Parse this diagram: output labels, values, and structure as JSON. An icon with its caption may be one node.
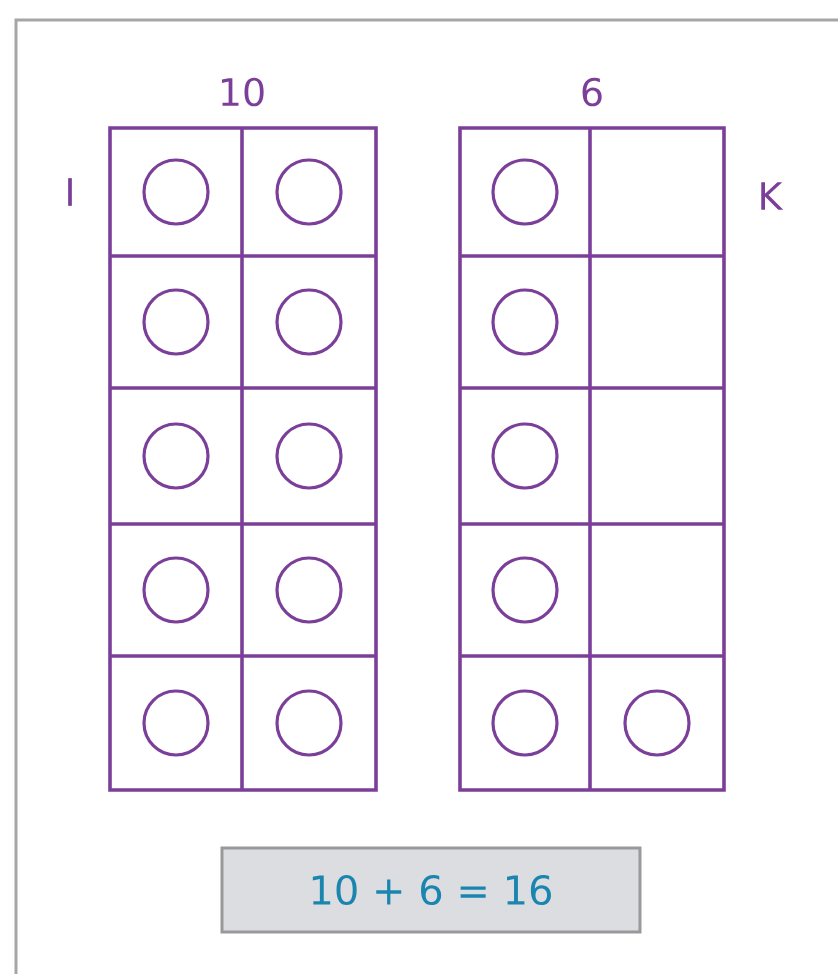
{
  "diagram": {
    "nodes": [
      {
        "text": [
          "10 + 6 = 16"
        ]
      }
    ],
    "labels": [
      "10",
      "6",
      "I",
      "K"
    ]
  }
}
